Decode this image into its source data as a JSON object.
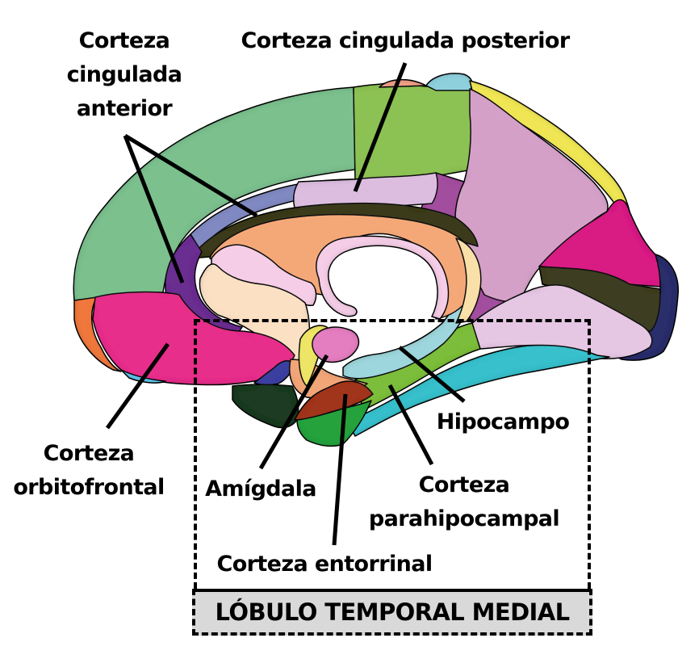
{
  "figure": {
    "type": "medial-brain-anatomy",
    "view": "sagittal medial surface",
    "colors": {
      "superior_frontal": "#7cc08e",
      "anterior_cingulate_dorsal": "#8189c2",
      "anterior_cingulate_ventral": "#6a2e90",
      "posterior_cingulate": "#dcbde0",
      "paracentral": "#8cc152",
      "precuneus": "#d4a0c8",
      "isthmus": "#a34e9e",
      "cuneus": "#d81b84",
      "pericalcarine": "#3c3d20",
      "lingual": "#e5c6e3",
      "lateral_occipital": "#2b2f6b",
      "corpus_callosum": "#f4a878",
      "fornix": "#f5cde6",
      "thalamus": "#fbe0c4",
      "caudate_posterior": "#f9e0a8",
      "medial_orbitofrontal": "#e62e8a",
      "frontal_pole": "#f0783c",
      "rostral_edge": "#60c6ef",
      "amygdala": "#e57ec1",
      "hippocampus": "#9dd6dc",
      "parahippocampal": "#7bbd3a",
      "fusiform": "#38c0cc",
      "entorhinal": "#a0361f",
      "temporal_pole": "#1e3a22",
      "temporal_pole_green": "#25a23c",
      "caudal_anterior_cingulate_band": "#3b3a1a",
      "superior_parietal_edge": "#f0e654",
      "paracentral_cap": "#f0a088",
      "postcentral_cap": "#8ed0dc",
      "ventral_dc_blue": "#3a40a0",
      "putamen_yellow": "#eee465",
      "ventral_orange": "#f2a678"
    }
  },
  "labels": {
    "anterior_cingulate": [
      "Corteza",
      "cingulada",
      "anterior"
    ],
    "posterior_cingulate": [
      "Corteza cingulada posterior"
    ],
    "orbitofrontal": [
      "Corteza",
      "orbitofrontal"
    ],
    "amygdala": [
      "Amígdala"
    ],
    "entorhinal": [
      "Corteza entorrinal"
    ],
    "hippocampus": [
      "Hipocampo"
    ],
    "parahippocampal": [
      "Corteza",
      "parahipocampal"
    ]
  },
  "region_box": {
    "title": "LÓBULO TEMPORAL MEDIAL"
  }
}
